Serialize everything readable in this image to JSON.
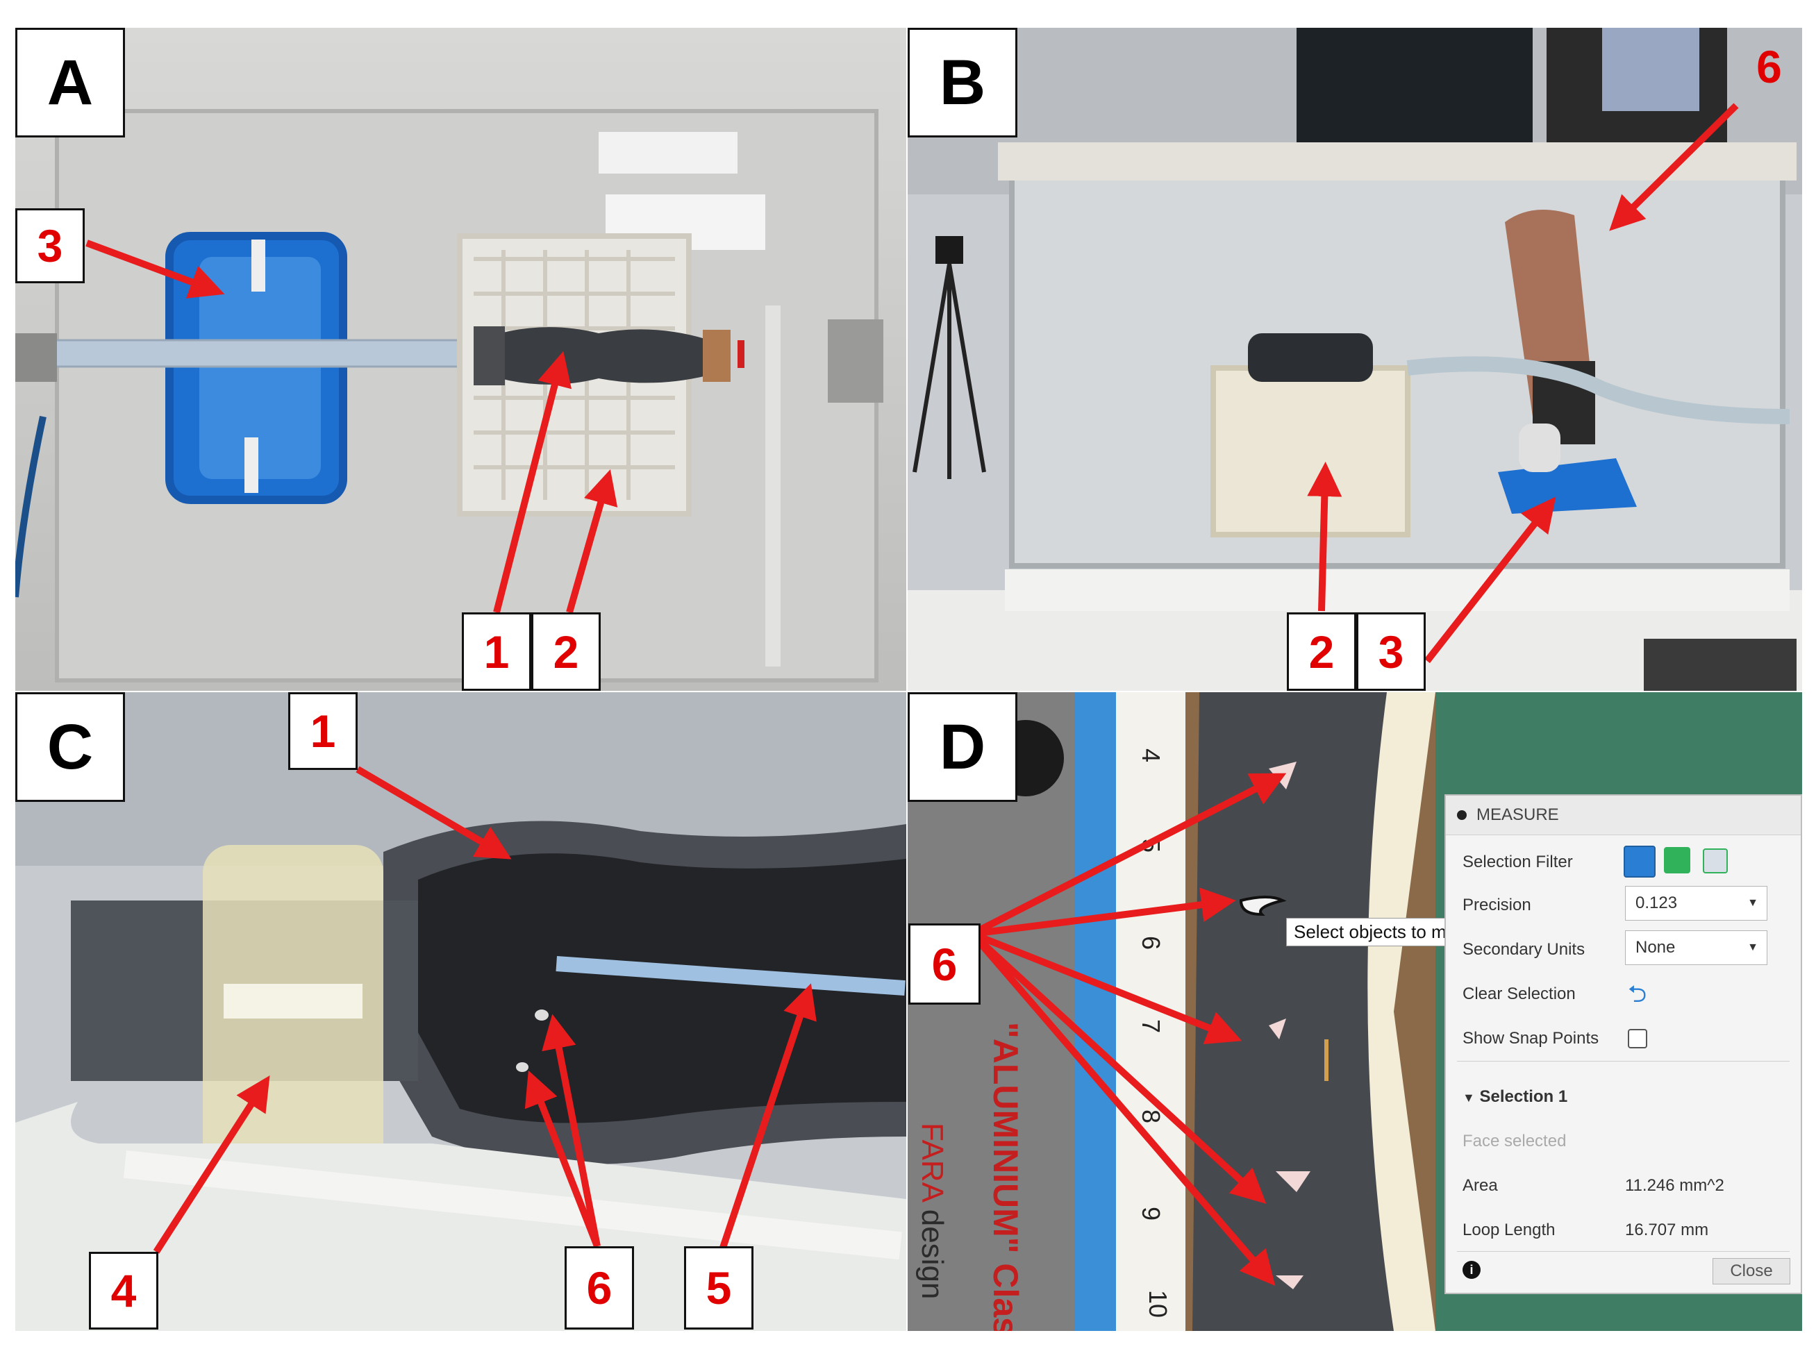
{
  "panels": {
    "a": {
      "label": "A",
      "numbers": [
        "3",
        "1",
        "2"
      ]
    },
    "b": {
      "label": "B",
      "numbers": [
        "6",
        "2",
        "3"
      ]
    },
    "c": {
      "label": "C",
      "numbers": [
        "1",
        "4",
        "6",
        "5"
      ]
    },
    "d": {
      "label": "D",
      "numbers": [
        "6"
      ],
      "ruler_numbers": [
        "4",
        "5",
        "6",
        "7",
        "8",
        "9",
        "10"
      ],
      "ruler_brand": "FARA",
      "ruler_word": "design",
      "ruler_product": "\"ALUMINIUM\" Clas"
    }
  },
  "tooltip": "Select objects to measure.",
  "measure_dialog": {
    "title": "MEASURE",
    "selection_filter_label": "Selection Filter",
    "precision_label": "Precision",
    "precision_value": "0.123",
    "secondary_units_label": "Secondary Units",
    "secondary_units_value": "None",
    "clear_selection_label": "Clear Selection",
    "show_snap_points_label": "Show Snap Points",
    "selection_heading": "Selection 1",
    "face_selected": "Face selected",
    "area_label": "Area",
    "area_value": "11.246 mm^2",
    "loop_length_label": "Loop Length",
    "loop_length_value": "16.707 mm",
    "close_label": "Close"
  },
  "colors": {
    "arrow": "#e81c1c",
    "number_text": "#e00000",
    "measure_accent": "#2a7fd4"
  }
}
